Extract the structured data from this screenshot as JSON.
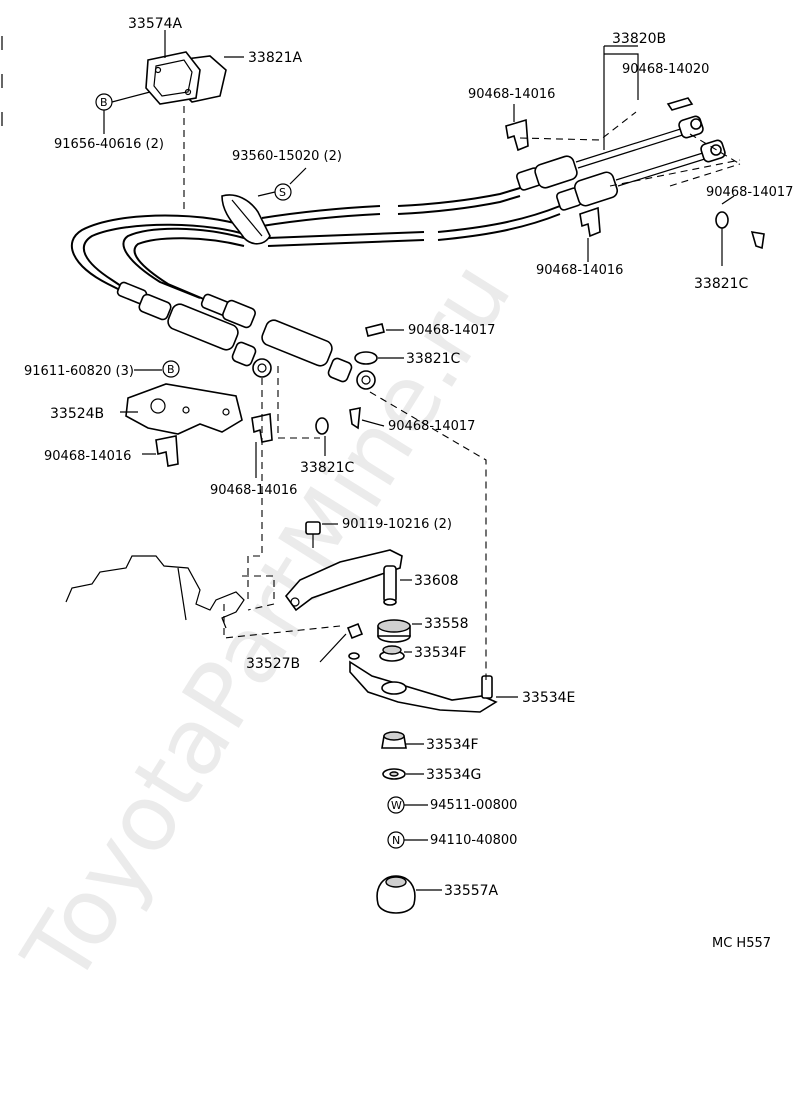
{
  "watermark": "ToyotaPartMine.ru",
  "diagram_code": "MC  H557",
  "parts": [
    {
      "id": "p1",
      "label": "33574A"
    },
    {
      "id": "p2",
      "label": "33821A"
    },
    {
      "id": "p3",
      "label": "91656-40616 (2)"
    },
    {
      "id": "p4",
      "label": "93560-15020 (2)"
    },
    {
      "id": "p5",
      "label": "33820B"
    },
    {
      "id": "p6",
      "label": "90468-14020"
    },
    {
      "id": "p7",
      "label": "90468-14016"
    },
    {
      "id": "p8",
      "label": "90468-14017"
    },
    {
      "id": "p9",
      "label": "90468-14016"
    },
    {
      "id": "p10",
      "label": "33821C"
    },
    {
      "id": "p11",
      "label": "90468-14017"
    },
    {
      "id": "p12",
      "label": "33821C"
    },
    {
      "id": "p13",
      "label": "91611-60820 (3)"
    },
    {
      "id": "p14",
      "label": "33524B"
    },
    {
      "id": "p15",
      "label": "90468-14016"
    },
    {
      "id": "p16",
      "label": "90468-14017"
    },
    {
      "id": "p17",
      "label": "90468-14016"
    },
    {
      "id": "p18",
      "label": "33821C"
    },
    {
      "id": "p19",
      "label": "90119-10216 (2)"
    },
    {
      "id": "p20",
      "label": "33608"
    },
    {
      "id": "p21",
      "label": "33558"
    },
    {
      "id": "p22",
      "label": "33527B"
    },
    {
      "id": "p23",
      "label": "33534F"
    },
    {
      "id": "p24",
      "label": "33534E"
    },
    {
      "id": "p25",
      "label": "33534F"
    },
    {
      "id": "p26",
      "label": "33534G"
    },
    {
      "id": "p27",
      "label": "94511-00800"
    },
    {
      "id": "p28",
      "label": "94110-40800"
    },
    {
      "id": "p29",
      "label": "33557A"
    }
  ],
  "codes": {
    "b1": "B",
    "b2": "B",
    "s1": "S",
    "w1": "W",
    "n1": "N"
  }
}
